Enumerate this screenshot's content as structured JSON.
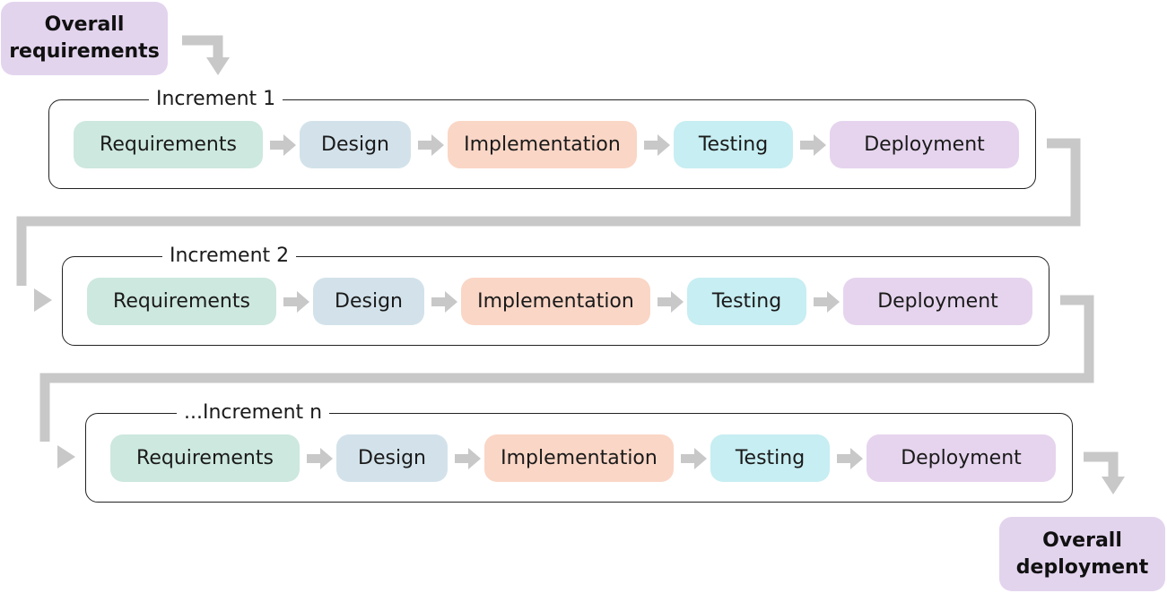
{
  "overall_requirements": "Overall\nrequirements",
  "overall_deployment": "Overall\ndeployment",
  "increments": [
    {
      "title": "Increment 1",
      "stages": [
        "Requirements",
        "Design",
        "Implementation",
        "Testing",
        "Deployment"
      ]
    },
    {
      "title": "Increment 2",
      "stages": [
        "Requirements",
        "Design",
        "Implementation",
        "Testing",
        "Deployment"
      ]
    },
    {
      "title": "...Increment n",
      "stages": [
        "Requirements",
        "Design",
        "Implementation",
        "Testing",
        "Deployment"
      ]
    }
  ],
  "colors": {
    "requirements": "#cde8de",
    "design": "#d3e2ea",
    "implementation": "#fad6c6",
    "testing": "#c7eef2",
    "deployment": "#e6d4ee",
    "terminal": "#e3d4ee",
    "connector": "#c8c8c8"
  }
}
